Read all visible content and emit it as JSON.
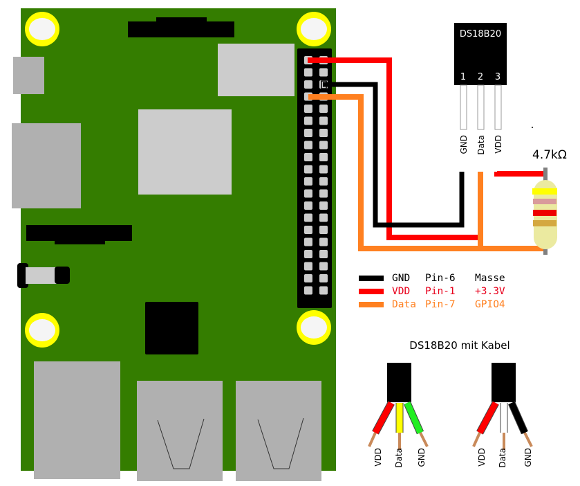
{
  "diagram": {
    "board": "Raspberry Pi",
    "sensor": {
      "name": "DS18B20",
      "pins": [
        {
          "number": "1",
          "label": "GND"
        },
        {
          "number": "2",
          "label": "Data"
        },
        {
          "number": "3",
          "label": "VDD"
        }
      ]
    },
    "resistor": {
      "label": "4.7kΩ"
    },
    "legend": [
      {
        "signal": "GND",
        "pin": "Pin-6",
        "function": "Masse",
        "color": "#000000"
      },
      {
        "signal": "VDD",
        "pin": "Pin-1",
        "function": "+3.3V",
        "color": "#ff0000"
      },
      {
        "signal": "Data",
        "pin": "Pin-7",
        "function": "GPIO4",
        "color": "#ff8020"
      }
    ],
    "cable_section": {
      "title": "DS18B20 mit Kabel",
      "variants": [
        {
          "wires": [
            {
              "label": "VDD",
              "color": "#ff0000"
            },
            {
              "label": "Data",
              "color": "#ffff00"
            },
            {
              "label": "GND",
              "color": "#22ee22"
            }
          ]
        },
        {
          "wires": [
            {
              "label": "VDD",
              "color": "#ff0000"
            },
            {
              "label": "Data",
              "color": "#ffffff"
            },
            {
              "label": "GND",
              "color": "#000000"
            }
          ]
        }
      ]
    },
    "colors": {
      "pcb": "#347d00",
      "mount_ring": "#ffff00",
      "component_gray": "#cccccc",
      "port_gray": "#b0b0b0",
      "wire_red": "#ff0000",
      "wire_black": "#000000",
      "wire_orange": "#ff8020"
    }
  }
}
